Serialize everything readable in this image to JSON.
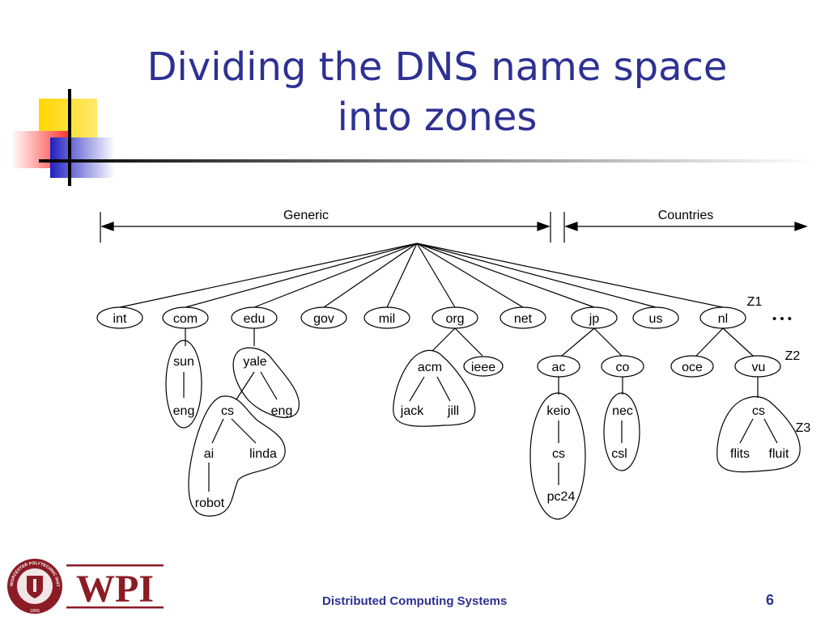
{
  "slide": {
    "title_line1": "Dividing the DNS name space",
    "title_line2": "into zones",
    "footer": "Distributed Computing Systems",
    "page_number": "6"
  },
  "logo": {
    "text": "WPI",
    "seal_text": "WORCESTER POLYTECHNIC INSTITUTE",
    "seal_year": "1865"
  },
  "colors": {
    "title": "#2e3192",
    "logo_red": "#8b1c25",
    "deco_yellow": "#ffd700",
    "deco_blue": "#3d3dcc",
    "deco_red": "#ff5a5a"
  },
  "diagram": {
    "generic_label": "Generic",
    "countries_label": "Countries",
    "ellipsis": "• • •",
    "zone_labels": [
      "Z1",
      "Z2",
      "Z3"
    ],
    "top_level": [
      "int",
      "com",
      "edu",
      "gov",
      "mil",
      "org",
      "net",
      "jp",
      "us",
      "nl"
    ],
    "subtrees": {
      "com": {
        "sun": [
          "eng"
        ]
      },
      "edu": {
        "yale": [
          "cs",
          "eng"
        ],
        "cs": [
          "ai",
          "linda"
        ],
        "ai": [
          "robot"
        ]
      },
      "org": {
        "acm": [
          "jack",
          "jill"
        ],
        "ieee": []
      },
      "jp": {
        "ac": [
          "keio"
        ],
        "keio": [
          "cs"
        ],
        "cs": [
          "pc24"
        ],
        "co": [
          "nec"
        ],
        "nec": [
          "csl"
        ]
      },
      "nl": {
        "oce": [],
        "vu": [
          "cs"
        ],
        "cs": [
          "flits",
          "fluit"
        ]
      }
    },
    "labels": {
      "sun": "sun",
      "eng_com": "eng",
      "yale": "yale",
      "cs_yale": "cs",
      "eng_yale": "eng",
      "ai": "ai",
      "linda": "linda",
      "robot": "robot",
      "acm": "acm",
      "ieee": "ieee",
      "jack": "jack",
      "jill": "jill",
      "ac": "ac",
      "co": "co",
      "keio": "keio",
      "cs_keio": "cs",
      "pc24": "pc24",
      "nec": "nec",
      "csl": "csl",
      "oce": "oce",
      "vu": "vu",
      "cs_vu": "cs",
      "flits": "flits",
      "fluit": "fluit"
    }
  }
}
